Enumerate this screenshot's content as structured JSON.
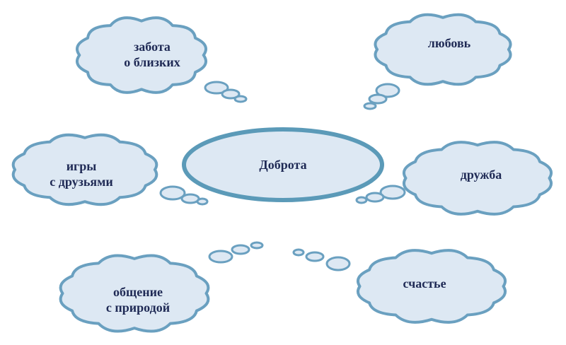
{
  "center": {
    "label": "Доброта"
  },
  "clouds": [
    {
      "id": "care",
      "lines": [
        "забота",
        "о близких"
      ]
    },
    {
      "id": "love",
      "lines": [
        "любовь"
      ]
    },
    {
      "id": "games",
      "lines": [
        "игры",
        "с друзьями"
      ]
    },
    {
      "id": "friendship",
      "lines": [
        "дружба"
      ]
    },
    {
      "id": "nature",
      "lines": [
        "общение",
        "с природой"
      ]
    },
    {
      "id": "happiness",
      "lines": [
        "счастье"
      ]
    }
  ],
  "colors": {
    "fill": "#dde8f3",
    "stroke": "#6aa0c0",
    "center_stroke": "#5b9ab8",
    "text": "#1f2a55"
  }
}
